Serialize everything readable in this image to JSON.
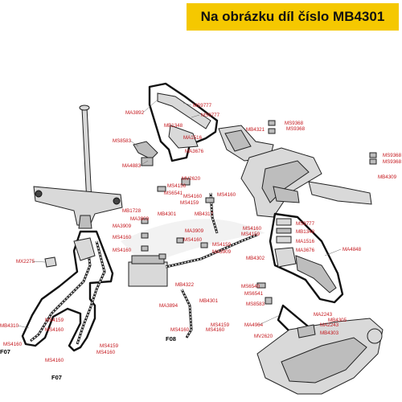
{
  "banner": {
    "title": "Na obrázku díl číslo MB4301",
    "color": "#f5c800"
  },
  "labels": {
    "ma3892": "MA3892",
    "ms9777_a": "MS9777",
    "ms9777_b": "MS9777",
    "mb1348_a": "MB1348",
    "mb4321": "MB4321",
    "ms9368_a": "MS9368",
    "ms9368_b": "MS9368",
    "ma1516_a": "MA1516",
    "ma3676_a": "MA3676",
    "ms8583_a": "MS8583",
    "ma4883": "MA4883",
    "mv2620_a": "MV2620",
    "ms4156": "MS4156",
    "ms6541_a": "MS6541",
    "ms4160_a": "MS4160",
    "ms4160_b": "MS4160",
    "ms4159_a": "MS4159",
    "ms9368_c": "MS9368",
    "ms9368_d": "MS9368",
    "mb4309": "MB4309",
    "mb1728": "MB1728",
    "ma3909_a": "MA3909",
    "mb4301_a": "MB4301",
    "mb4317": "MB4317",
    "ma3909_b": "MA3909",
    "ms4160_c": "MS4160",
    "ma3909_c": "MA3909",
    "ms4160_d": "MS4160",
    "ms4159_b": "MS4159",
    "ms4160_e": "MS4160",
    "ma3909_d": "MA3909",
    "ms4160_f": "MS4160",
    "ms9777_c": "MS9777",
    "mb1348_b": "MB1348",
    "ma1516_b": "MA1516",
    "ma3676_b": "MA3676",
    "ma4848": "MA4848",
    "mx2275": "MX2275",
    "mb4302": "MB4302",
    "mb4322": "MB4322",
    "ms6540": "MS6540",
    "ms6541_b": "MS6541",
    "ma3894": "MA3894",
    "mb4301_b": "MB4301",
    "ms8583_b": "MS8583",
    "mb4310": "MB4310",
    "ms4159_c": "MS4159",
    "ms4160_g": "MS4160",
    "ms4160_h": "MS4160",
    "ms4159_d": "MS4159",
    "ms4160_i": "MS4160",
    "ms4160_j": "MS4160",
    "ms4159_e": "MS4159",
    "ms4160_k": "MS4160",
    "ma4964": "MA4964",
    "ma2243_a": "MA2243",
    "mb4305": "MB4305",
    "ma2243_b": "MA2243",
    "mb4303": "MB4303",
    "mv2620_b": "MV2620",
    "ms4160_l": "MS4160",
    "ms4159_f": "MS4159",
    "ms4160_m": "MS4160"
  },
  "keys": {
    "f07_a": "F07",
    "f07_b": "F07",
    "f08": "F08"
  },
  "colors": {
    "label": "#c4161c",
    "outline": "#111111"
  }
}
